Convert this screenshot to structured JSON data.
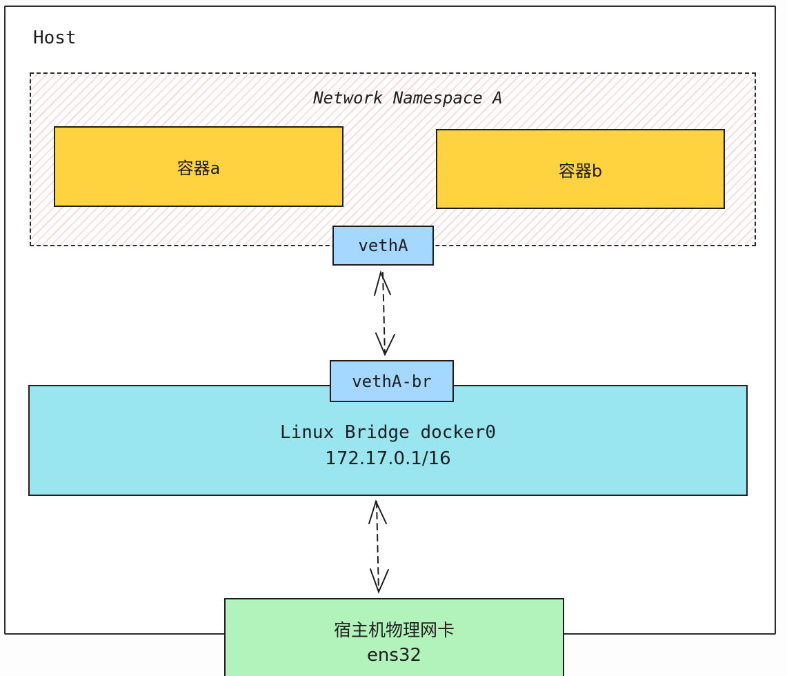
{
  "host": {
    "label": "Host"
  },
  "namespace": {
    "label": "Network Namespace A"
  },
  "containers": {
    "a": "容器a",
    "b": "容器b"
  },
  "ports": {
    "veth_a": "vethA",
    "veth_a_br": "vethA-br"
  },
  "bridge": {
    "name": "Linux Bridge docker0",
    "ip": "172.17.0.1/16"
  },
  "nic": {
    "name": "宿主机物理网卡",
    "device": "ens32"
  },
  "colors": {
    "namespace_hatch": "#f4b0b0",
    "container_fill": "#ffd23f",
    "port_fill": "#a5d8ff",
    "bridge_fill": "#99e6f0",
    "nic_fill": "#b2f2bb",
    "stroke": "#1e1e1e"
  }
}
